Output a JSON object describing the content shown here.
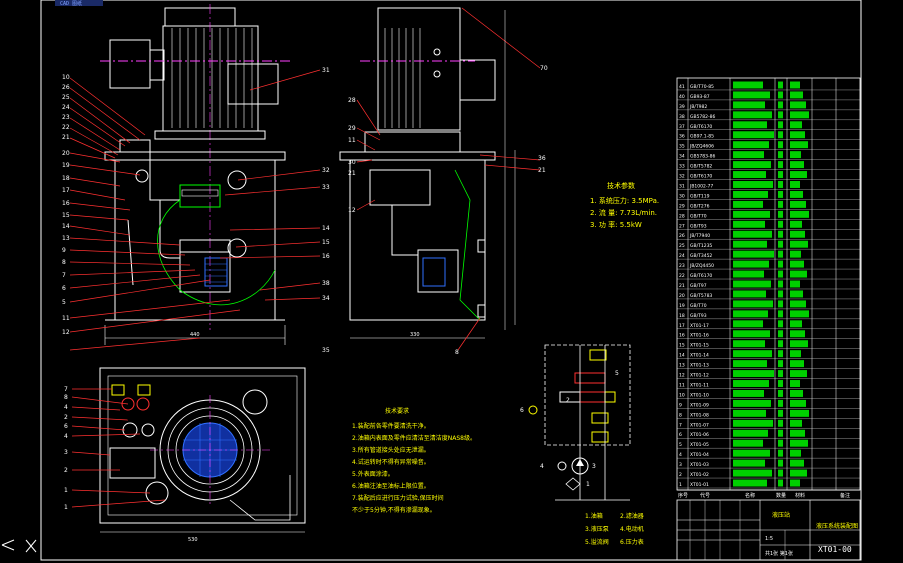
{
  "titlebar": {
    "text": "CAD 图纸"
  },
  "tech_params": {
    "title": "技术参数",
    "lines": [
      "1. 系统压力: 3.5MPa.",
      "2. 流 量: 7.73L/min.",
      "3. 功 率: 5.5kW"
    ]
  },
  "tech_requirements": {
    "title": "技术要求",
    "lines": [
      "1.装配前各零件要清洗干净。",
      "2.油箱内表面及零件应清洁至清洁度NAS8级。",
      "3.所有管道接头处应无泄漏。",
      "4.试运转时不得有异常噪音。",
      "5.外表面涂漆。",
      "6.油箱注油至油标上限位置。",
      "7.装配后应进行压力试验,保压时间",
      "  不少于5分钟,不得有渗漏现象。"
    ]
  },
  "legend": {
    "items": [
      "1.油箱",
      "2.滤油器",
      "3.液压泵",
      "4.电动机",
      "5.溢流阀",
      "6.压力表"
    ]
  },
  "dims": {
    "front_width": "440",
    "side_width": "330",
    "plan_width": "530"
  },
  "balloons_left": [
    "10",
    "26",
    "25",
    "24",
    "23",
    "22",
    "21",
    "20",
    "19",
    "18",
    "17",
    "16",
    "15",
    "14",
    "13",
    "9",
    "8",
    "7",
    "6",
    "5",
    "11",
    "12"
  ],
  "balloons_mid": [
    "31",
    "32",
    "33",
    "14",
    "15",
    "16",
    "38",
    "34",
    "35",
    "36"
  ],
  "balloons_side_left": [
    "28",
    "29",
    "11",
    "30",
    "21",
    "12"
  ],
  "balloons_side_right": [
    "70",
    "36",
    "21",
    "8"
  ],
  "plan_balloons": [
    "7",
    "8",
    "4",
    "2",
    "6",
    "4",
    "3",
    "2",
    "1",
    "1"
  ],
  "schematic_labels": {
    "b": "6",
    "p": "4",
    "m": "3",
    "v": "5",
    "a": "2",
    "f": "1"
  },
  "title_block": {
    "drawing_title": "液压站",
    "drawing_name": "液压系统装配图",
    "drawing_code": "XT01-00",
    "scale": "1:5",
    "sheet": "共1张 第1张"
  },
  "bom_rows": [
    "GB/T70-85",
    "GB93-87",
    "JB/T982",
    "GB5782-86",
    "GB/T6170",
    "GB97.1-85",
    "JB/ZQ4606",
    "GB5783-86",
    "GB/T5782",
    "GB/T6170",
    "JB1002-77",
    "GB/T119",
    "GB/T276",
    "GB/T70",
    "GB/T93",
    "JB/T7940",
    "GB/T1235",
    "GB/T3452",
    "JB/ZQ4450",
    "GB/T6170",
    "GB/T97",
    "GB/T5783",
    "GB/T70",
    "GB/T93",
    "XT01-17",
    "XT01-16",
    "XT01-15",
    "XT01-14",
    "XT01-13",
    "XT01-12",
    "XT01-11",
    "XT01-10",
    "XT01-09",
    "XT01-08",
    "XT01-07",
    "XT01-06",
    "XT01-05",
    "XT01-04",
    "XT01-03",
    "XT01-02",
    "XT01-01"
  ],
  "bom_header": {
    "no": "序号",
    "code": "代号",
    "name": "名称",
    "qty": "数量",
    "material": "材料",
    "note": "备注"
  }
}
